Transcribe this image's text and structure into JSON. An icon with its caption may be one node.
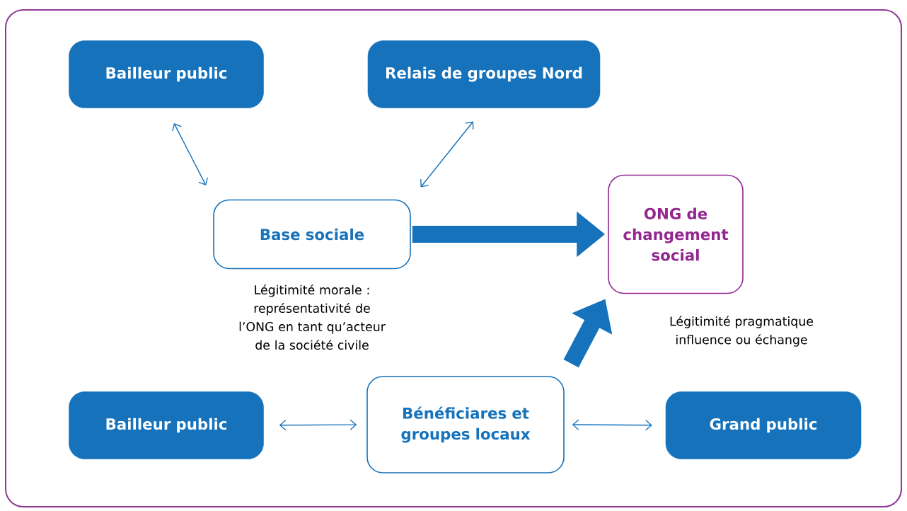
{
  "diagram": {
    "nodes": [
      {
        "text": [
          "Bailleur public"
        ]
      },
      {
        "text": [
          "Relais de groupes Nord"
        ]
      },
      {
        "text": [
          "Base sociale"
        ],
        "beside": [
          "Légitimité morale : représentativité de l’ONG en tant qu’acteur de la société civile"
        ]
      },
      {
        "text": [
          "ONG de changement social"
        ],
        "beside": [
          "Légitimité pragmatique influence ou échange"
        ]
      },
      {
        "text": [
          "Bailleur public"
        ]
      },
      {
        "text": [
          "Bénéficiares et groupes locaux"
        ]
      },
      {
        "text": [
          "Grand public"
        ]
      }
    ],
    "edges": [
      {
        "from": 0,
        "to": 2,
        "arrow": "both"
      },
      {
        "from": 1,
        "to": 2,
        "arrow": "both"
      },
      {
        "from": 2,
        "to": 3,
        "arrow": "to",
        "style": "thick"
      },
      {
        "from": 5,
        "to": 3,
        "arrow": "to",
        "style": "thick"
      },
      {
        "from": 4,
        "to": 5,
        "arrow": "both"
      },
      {
        "from": 5,
        "to": 6,
        "arrow": "both"
      }
    ]
  }
}
